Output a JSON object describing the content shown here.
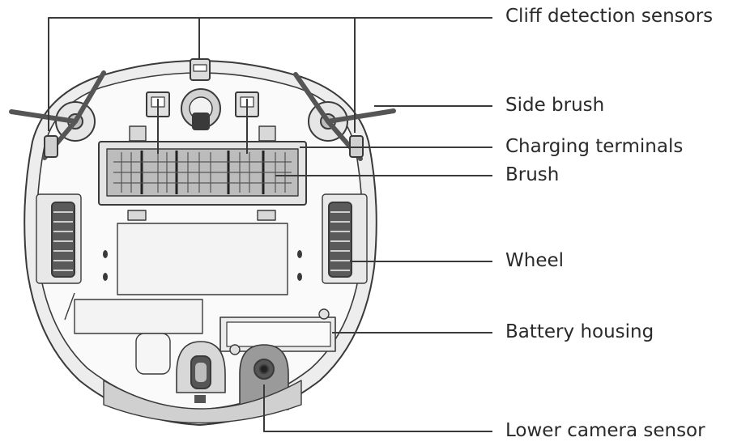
{
  "labels": {
    "cliff_sensors": "Cliff detection sensors",
    "side_brush": "Side brush",
    "charging_terminals": "Charging terminals",
    "brush": "Brush",
    "wheel": "Wheel",
    "battery_housing": "Battery housing",
    "lower_camera": "Lower camera sensor"
  }
}
